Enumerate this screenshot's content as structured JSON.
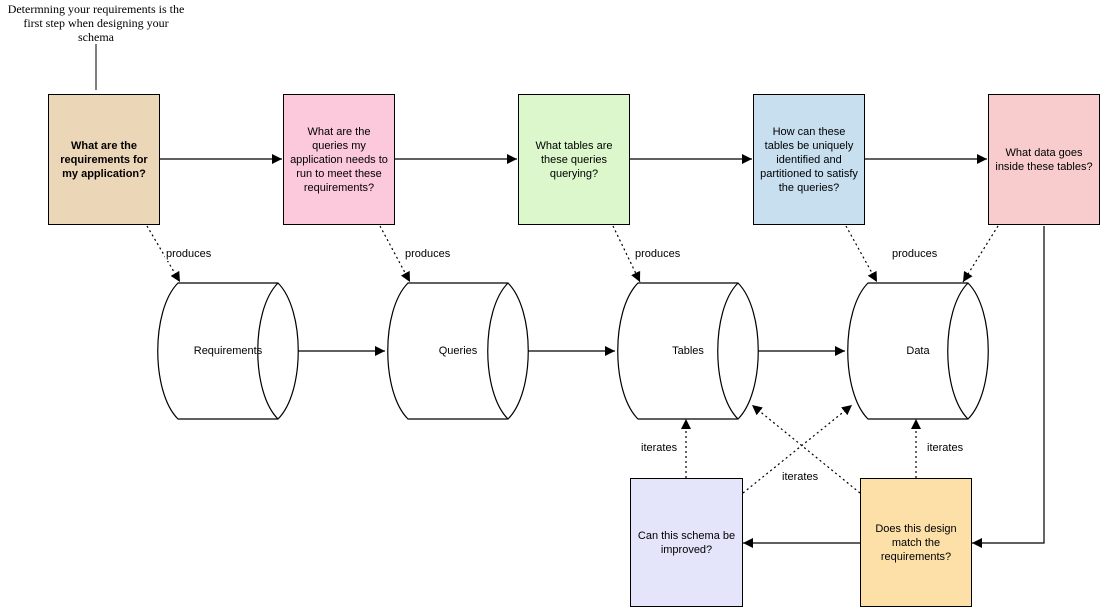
{
  "annotation": {
    "text": "Determning your requirements is the first step when designing your schema"
  },
  "steps": [
    {
      "id": "step-requirements",
      "text": "What are the requirements for my application?",
      "color": "#ecd6b8"
    },
    {
      "id": "step-queries",
      "text": "What are the queries my application needs to run to meet these requirements?",
      "color": "#fcc8dc"
    },
    {
      "id": "step-tables",
      "text": "What tables are these queries querying?",
      "color": "#dcf7cb"
    },
    {
      "id": "step-keys",
      "text": "How can these tables be uniquely identified and partitioned to satisfy the queries?",
      "color": "#c8dff0"
    },
    {
      "id": "step-data",
      "text": "What data goes inside these tables?",
      "color": "#f8cccc"
    },
    {
      "id": "step-match",
      "text": "Does this design match the requirements?",
      "color": "#fce0a8"
    },
    {
      "id": "step-improve",
      "text": "Can this schema be improved?",
      "color": "#e4e4fa"
    }
  ],
  "stores": [
    {
      "id": "store-requirements",
      "text": "Requirements"
    },
    {
      "id": "store-queries",
      "text": "Queries"
    },
    {
      "id": "store-tables",
      "text": "Tables"
    },
    {
      "id": "store-data",
      "text": "Data"
    }
  ],
  "edge_labels": {
    "produces": "produces",
    "iterates": "iterates"
  }
}
